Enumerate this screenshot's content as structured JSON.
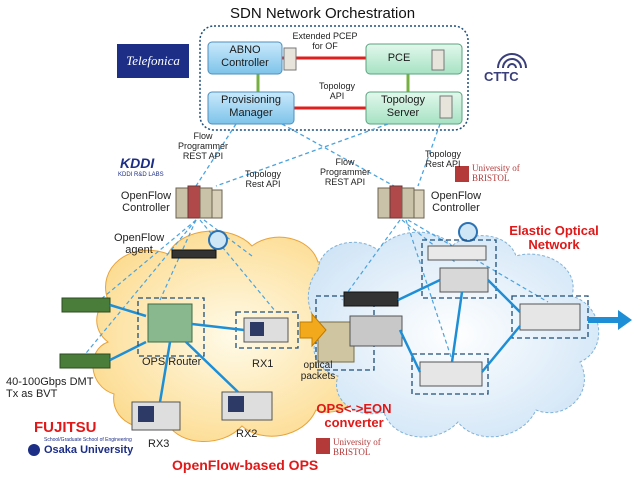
{
  "orchestration": {
    "title": "SDN Network Orchestration",
    "abno": "ABNO Controller",
    "pce": "PCE",
    "provisioning": "Provisioning Manager",
    "topology_server": "Topology Server",
    "pcep_label": "Extended PCEP for OF",
    "topology_api": "Topology API"
  },
  "logos": {
    "telefonica": "Telefonica",
    "cttc": "CTTC",
    "kddi": "KDDI",
    "kddi_sub": "KDDI R&D LABS",
    "bristol_1": "University of BRISTOL",
    "bristol_2": "University of BRISTOL",
    "fujitsu": "FUJITSU",
    "osaka_sub": "School/Graduate School of Engineering",
    "osaka": "Osaka University"
  },
  "left_ctrl": {
    "flow_api": "Flow Programmer REST API",
    "topo_api": "Topology Rest API",
    "controller": "OpenFlow Controller",
    "agent": "OpenFlow agent"
  },
  "right_ctrl": {
    "flow_api": "Flow Programmer REST API",
    "topo_api": "Topology Rest API",
    "controller": "OpenFlow Controller"
  },
  "ops": {
    "router": "OPS Router",
    "rx1": "RX1",
    "rx2": "RX2",
    "rx3": "RX3",
    "optical_packets": "optical packets",
    "dmt": "40-100Gbps DMT Tx as BVT",
    "network_label": "OpenFlow-based OPS",
    "converter": "OPS<->EON converter"
  },
  "eon": {
    "label": "Elastic Optical Network"
  },
  "colors": {
    "orchestration_border": "#1f4e79",
    "box_fill": "#9dd3f2",
    "pce_fill": "#b9ebd3",
    "link_red": "#e0201e",
    "link_green": "#76b041",
    "dashed": "#4aa3df",
    "ops_cloud": "#fde3a7",
    "eon_cloud": "#dcecf8",
    "accent_red": "#e01818",
    "arrow_blue": "#1e8fd6"
  }
}
